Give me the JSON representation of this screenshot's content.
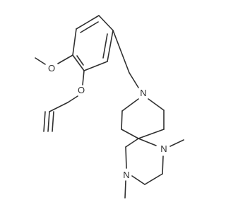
{
  "structure": {
    "atoms": {
      "methoxy_o": "O",
      "ether_o": "O",
      "piperidine_n": "N",
      "amine_n_1": "N",
      "amine_n_4": "N"
    }
  },
  "colors": {
    "bond": "#303030",
    "label": "#303030",
    "background": "#ffffff"
  }
}
